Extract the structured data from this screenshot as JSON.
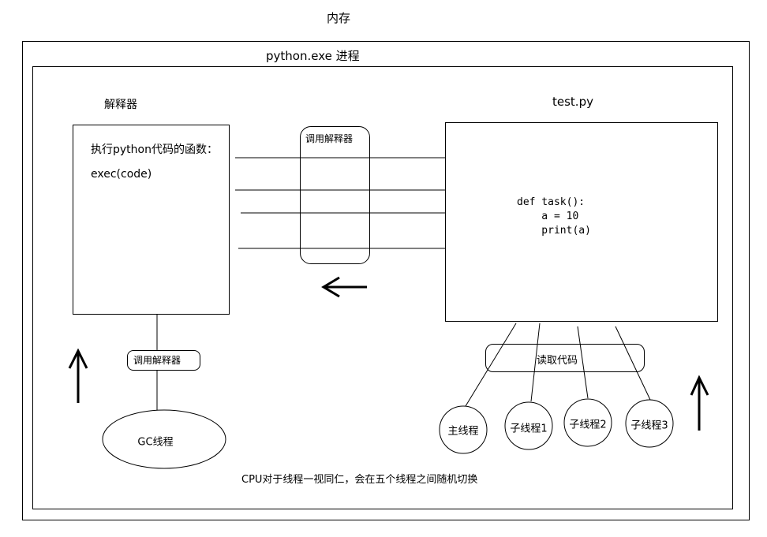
{
  "memory_title": "内存",
  "process_title": "python.exe 进程",
  "interpreter": {
    "title": "解释器",
    "line1": "执行python代码的函数：",
    "line2": "exec(code)"
  },
  "call_interpreter_label_top": "调用解释器",
  "call_interpreter_label_bottom": "调用解释器",
  "gc_thread_label": "GC线程",
  "test_file": {
    "title": "test.py",
    "code": "def task():\n    a = 10\n    print(a)"
  },
  "read_code_label": "读取代码",
  "threads": [
    "主线程",
    "子线程1",
    "子线程2",
    "子线程3"
  ],
  "note": "CPU对于线程一视同仁，会在五个线程之间随机切换"
}
